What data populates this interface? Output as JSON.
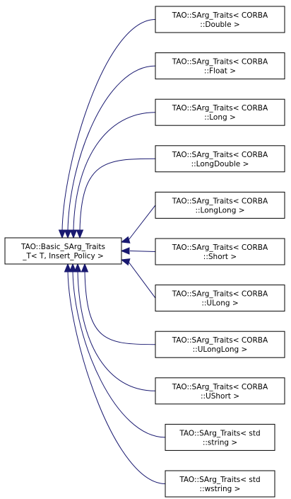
{
  "diagram": {
    "base": {
      "lines": [
        "TAO::Basic_SArg_Traits",
        "_T< T, Insert_Policy >"
      ]
    },
    "derived": [
      {
        "lines": [
          "TAO::SArg_Traits< CORBA",
          "::Double >"
        ]
      },
      {
        "lines": [
          "TAO::SArg_Traits< CORBA",
          "::Float >"
        ]
      },
      {
        "lines": [
          "TAO::SArg_Traits< CORBA",
          "::Long >"
        ]
      },
      {
        "lines": [
          "TAO::SArg_Traits< CORBA",
          "::LongDouble >"
        ]
      },
      {
        "lines": [
          "TAO::SArg_Traits< CORBA",
          "::LongLong >"
        ]
      },
      {
        "lines": [
          "TAO::SArg_Traits< CORBA",
          "::Short >"
        ]
      },
      {
        "lines": [
          "TAO::SArg_Traits< CORBA",
          "::ULong >"
        ]
      },
      {
        "lines": [
          "TAO::SArg_Traits< CORBA",
          "::ULongLong >"
        ]
      },
      {
        "lines": [
          "TAO::SArg_Traits< CORBA",
          "::UShort >"
        ]
      },
      {
        "lines": [
          "TAO::SArg_Traits< std",
          "::string >"
        ]
      },
      {
        "lines": [
          "TAO::SArg_Traits< std",
          "::wstring >"
        ]
      }
    ],
    "colors": {
      "edge": "#191970",
      "node_border": "#000000",
      "node_fill": "#ffffff",
      "text": "#000000"
    }
  }
}
